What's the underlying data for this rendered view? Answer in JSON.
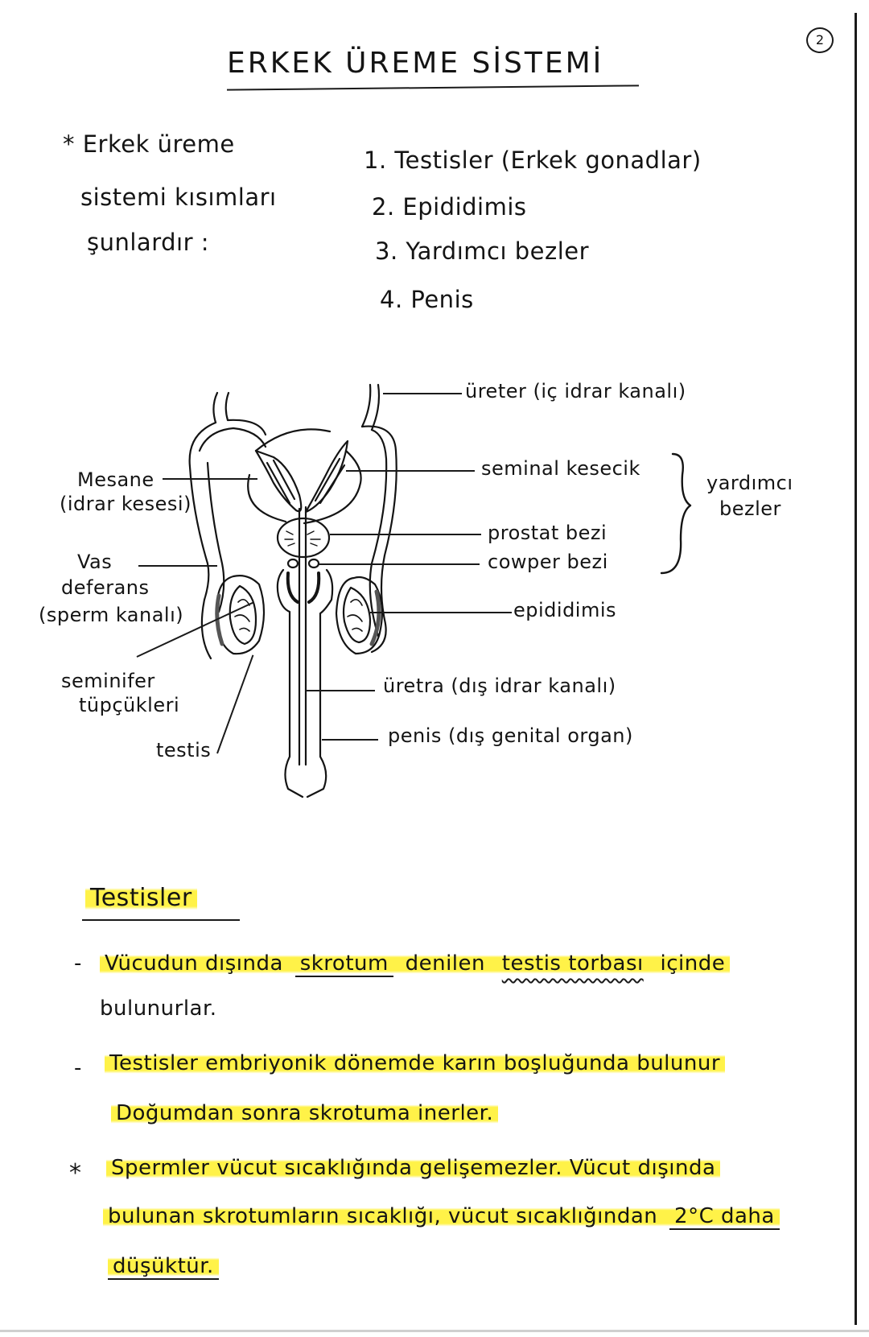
{
  "page": {
    "title": "ERKEK ÜREME SİSTEMİ",
    "page_number": "2"
  },
  "intro": {
    "lines": [
      "* Erkek üreme",
      "sistemi kısımları",
      "şunlardır :"
    ]
  },
  "parts_list": [
    {
      "number": "1.",
      "text": "Testisler (Erkek gonadlar)"
    },
    {
      "number": "2.",
      "text": "Epididimis"
    },
    {
      "number": "3.",
      "text": "Yardımcı bezler"
    },
    {
      "number": "4.",
      "text": "Penis"
    }
  ],
  "diagram": {
    "right_labels": {
      "ureter": "üreter (iç idrar kanalı)",
      "seminal": "seminal kesecik",
      "prostat": "prostat bezi",
      "cowper": "cowper bezi",
      "epididimis": "epididimis",
      "uretra": "üretra (dış idrar kanalı)",
      "penis": "penis (dış genital organ)"
    },
    "bracket_label": [
      "yardımcı",
      "bezler"
    ],
    "left_labels": {
      "mesane": [
        "Mesane",
        "(idrar kesesi)"
      ],
      "vas": [
        "Vas",
        "deferans",
        "(sperm kanalı)"
      ],
      "seminifer": [
        "seminifer",
        "tüpçükleri"
      ],
      "testis": "testis"
    }
  },
  "section": {
    "heading": "Testisler",
    "bullets": [
      {
        "marker": "-",
        "lines": [
          {
            "parts": [
              "Vücudun dışında ",
              "skrotum",
              " denilen ",
              "testis torbası",
              " içinde"
            ]
          },
          {
            "parts": [
              "bulunurlar."
            ]
          }
        ]
      },
      {
        "marker": "-",
        "lines": [
          {
            "parts": [
              "Testisler embriyonik dönemde karın boşluğunda bulunur"
            ]
          },
          {
            "parts": [
              "Doğumdan sonra skrotuma inerler."
            ]
          }
        ]
      },
      {
        "marker": "*",
        "lines": [
          {
            "parts": [
              "Spermler vücut sıcaklığında gelişemezler. Vücut dışında"
            ]
          },
          {
            "parts": [
              "bulunan skrotumların sıcaklığı, vücut sıcaklığından ",
              "2°C daha"
            ]
          },
          {
            "parts": [
              "düşüktür."
            ]
          }
        ]
      }
    ]
  },
  "colors": {
    "ink": "#141414",
    "highlighter": "#fff028",
    "paper": "#ffffff"
  }
}
